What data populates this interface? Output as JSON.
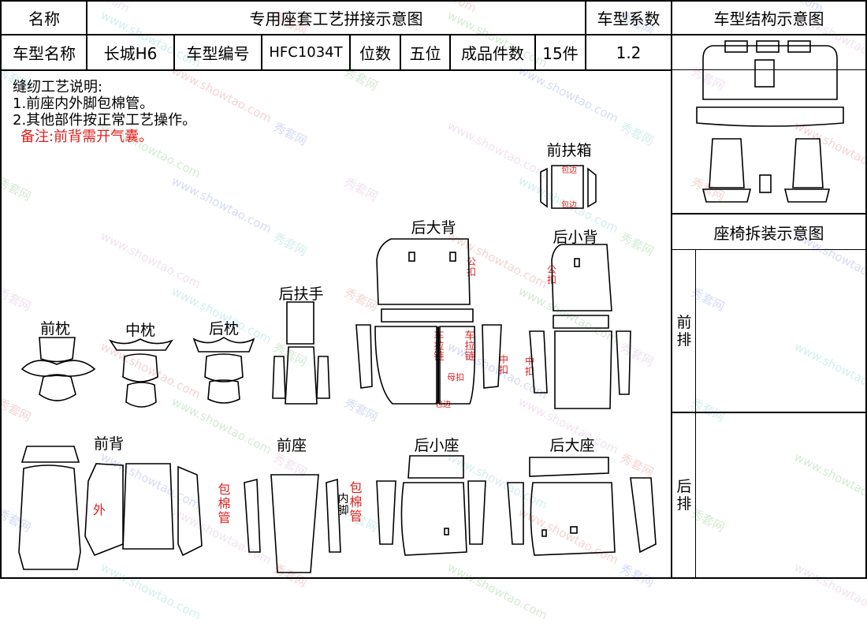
{
  "header": {
    "name_label": "名称",
    "title": "专用座套工艺拼接示意图",
    "coef_label": "车型系数",
    "structure_label": "车型结构示意图",
    "model_name_label": "车型名称",
    "model_name": "长城H6",
    "model_code_label": "车型编号",
    "model_code": "HFC1034T",
    "seats_label": "位数",
    "seats": "五位",
    "pieces_label": "成品件数",
    "pieces": "15件",
    "coef_value": "1.2"
  },
  "notes": {
    "title": "缝纫工艺说明:",
    "line1": "1.前座内外脚包棉管。",
    "line2": "2.其他部件按正常工艺操作。",
    "remark": "备注:前背需开气囊。"
  },
  "side": {
    "disassembly_label": "座椅拆装示意图",
    "front_row": "前排",
    "rear_row": "后排"
  },
  "parts": {
    "front_headrest": "前枕",
    "middle_headrest": "中枕",
    "rear_headrest": "后枕",
    "rear_armrest": "后扶手",
    "rear_big_back": "后大背",
    "front_console": "前扶箱",
    "rear_small_back": "后小背",
    "front_back": "前背",
    "front_seat": "前座",
    "rear_small_seat": "后小座",
    "rear_big_seat": "后大座"
  },
  "annotations": {
    "male_buckle": "公扣",
    "zipper": "车拉链",
    "female_buckle": "母扣",
    "middle_buckle": "中扣",
    "wrap_edge": "包边",
    "outer": "外",
    "cotton_tube": "包棉管",
    "inner_foot": "内脚"
  },
  "watermark": {
    "cn": "秀套网",
    "en": "www.showtao.com"
  },
  "colors": {
    "annotation": "#e02020",
    "line": "#000000"
  }
}
